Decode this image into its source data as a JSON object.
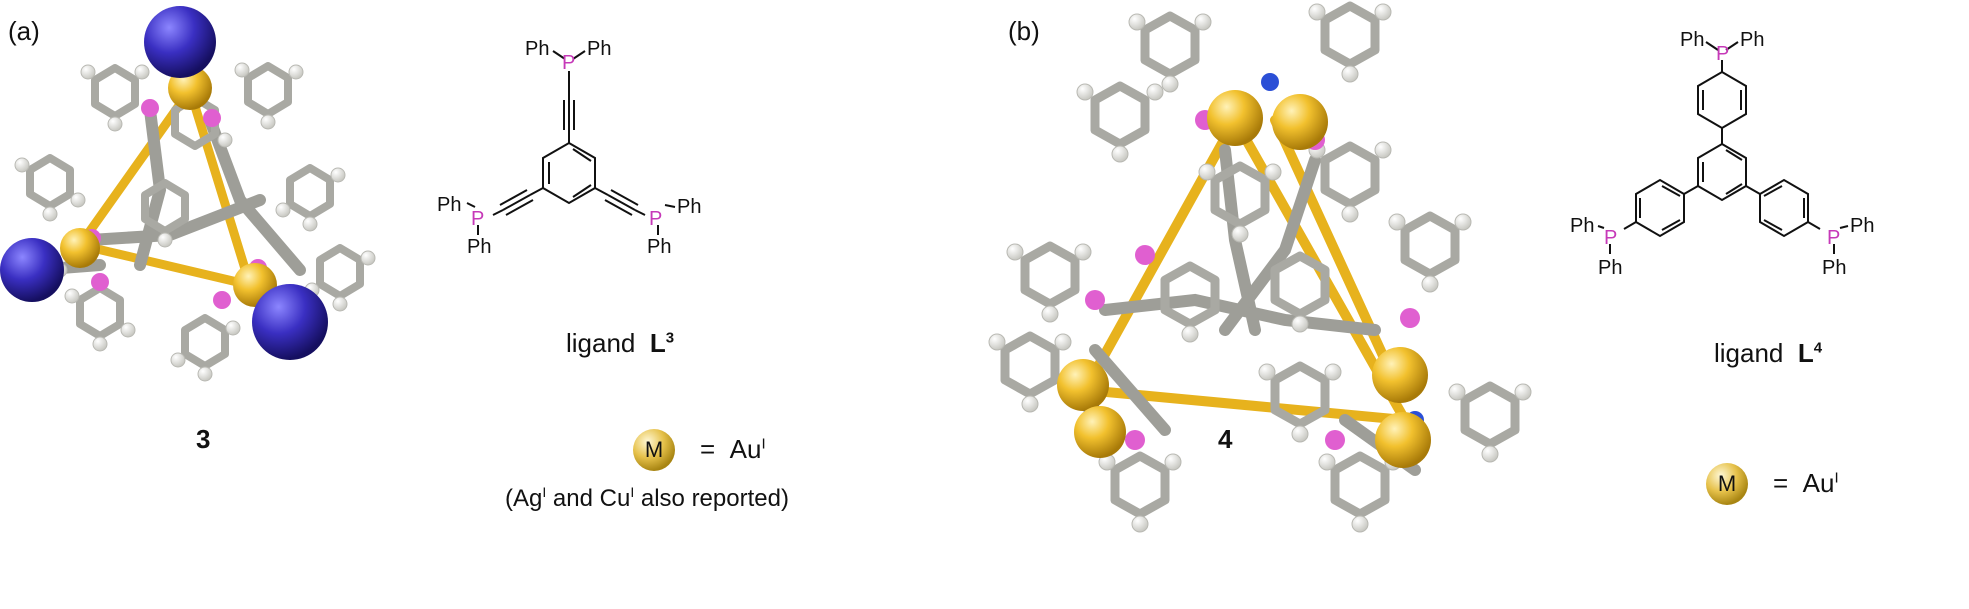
{
  "panel_a": {
    "label": "(a)",
    "compound_number": "3",
    "ligand": {
      "text": "ligand",
      "symbol": "L",
      "superscript": "3",
      "atoms": {
        "phenyl": "Ph",
        "phosphorus": "P"
      }
    },
    "metal_legend": {
      "sphere_label": "M",
      "equals": "=",
      "metal": "Au",
      "metal_oxidation": "I"
    },
    "note": {
      "open": "(Ag",
      "ag_ox": "I",
      "and_cu": " and Cu",
      "cu_ox": "I",
      "tail": " also reported)"
    }
  },
  "panel_b": {
    "label": "(b)",
    "compound_number": "4",
    "ligand": {
      "text": "ligand",
      "symbol": "L",
      "superscript": "4",
      "atoms": {
        "phenyl": "Ph",
        "phosphorus": "P"
      }
    },
    "metal_legend": {
      "sphere_label": "M",
      "equals": "=",
      "metal": "Au",
      "metal_oxidation": "I"
    }
  },
  "colors": {
    "gold": "#f2c12e",
    "gold_dark": "#b98a10",
    "ion_blue": "#3a2fc2",
    "phosphorus": "#e05fd0",
    "carbon": "#a9a9a3",
    "hydrogen": "#f4f4f0",
    "nitrogen": "#2b4fd6"
  }
}
